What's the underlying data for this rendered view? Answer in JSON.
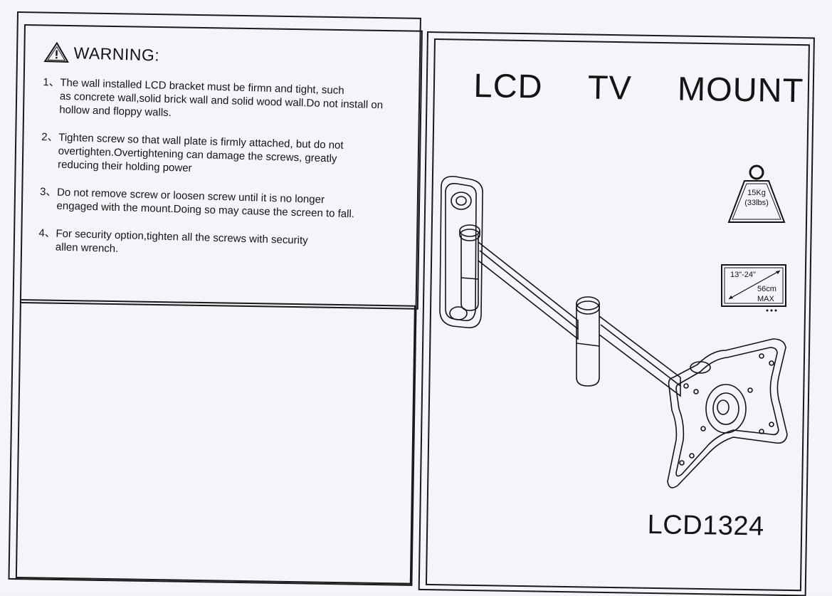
{
  "warning": {
    "title": "WARNING:",
    "items": [
      {
        "num": "1、",
        "text": "The wall installed LCD bracket must be firmn and tight, such\nas concrete wall,solid brick wall and solid wood wall.Do not install on\nhollow and floppy walls."
      },
      {
        "num": "2、",
        "text": "Tighten screw so that wall plate is firmly attached, but do not\novertighten.Overtightening can damage the screws, greatly\nreducing their holding power"
      },
      {
        "num": "3、",
        "text": "Do not remove screw or loosen screw until it is no longer\nengaged with the mount.Doing so may cause the screen to fall."
      },
      {
        "num": "4、",
        "text": "For security option,tighten all the screws with security\nallen wrench."
      }
    ]
  },
  "product": {
    "title": "LCD  TV  MOUNT",
    "model": "LCD1324",
    "weight_kg": "15Kg",
    "weight_lbs": "(33lbs)",
    "screen_size": "13\"-24\"",
    "screen_cm": "56cm",
    "screen_max": "MAX"
  },
  "icons": [
    "warning-triangle-icon",
    "weight-icon",
    "screen-size-icon"
  ]
}
